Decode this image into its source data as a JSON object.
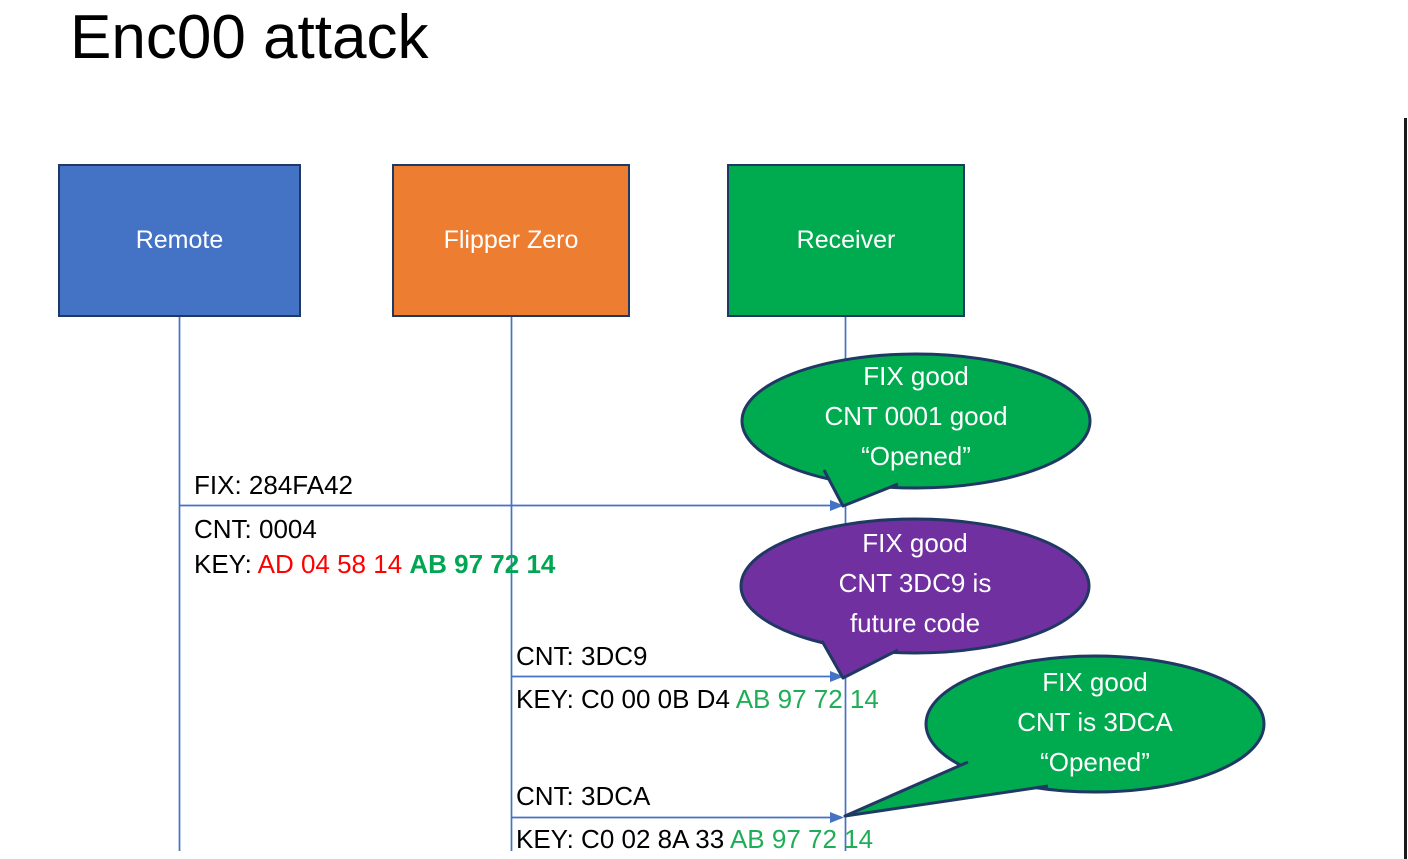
{
  "title": "Enc00 attack",
  "colors": {
    "remote_box": "#4472C4",
    "flipper_box": "#ED7D31",
    "receiver_box": "#00AB50",
    "green_bubble": "#00AB50",
    "purple_bubble": "#7030A0",
    "shape_border": "#1F3864",
    "arrow_blue": "#4472C4",
    "key_red": "#FF0000",
    "key_green_bold": "#00A651",
    "key_green": "#1FAE57",
    "slide_edge": "#1a1a1a"
  },
  "actors": [
    {
      "id": "remote",
      "label": "Remote"
    },
    {
      "id": "flipper",
      "label": "Flipper Zero"
    },
    {
      "id": "receiver",
      "label": "Receiver"
    }
  ],
  "messages": [
    {
      "from": "Remote",
      "to": "Receiver",
      "fix_line": "FIX: 284FA42",
      "cnt_line": "CNT: 0004",
      "key_prefix": "KEY: ",
      "key_red_part": "AD 04 58 14 ",
      "key_green_part": "AB 97 72 14"
    },
    {
      "from": "Flipper Zero",
      "to": "Receiver",
      "cnt_line": "CNT: 3DC9",
      "key_prefix": "KEY: C0 00 0B D4 ",
      "key_green_part": "AB 97 72 14"
    },
    {
      "from": "Flipper Zero",
      "to": "Receiver",
      "cnt_line": "CNT: 3DCA",
      "key_prefix": "KEY: C0 02 8A 33 ",
      "key_green_part": "AB 97 72 14"
    }
  ],
  "callouts": [
    {
      "color": "green",
      "lines": [
        "FIX good",
        "CNT 0001 good",
        "“Opened”"
      ]
    },
    {
      "color": "purple",
      "lines": [
        "FIX good",
        "CNT 3DC9 is",
        "future code"
      ]
    },
    {
      "color": "green",
      "lines": [
        "FIX good",
        "CNT is 3DCA",
        "“Opened”"
      ]
    }
  ]
}
